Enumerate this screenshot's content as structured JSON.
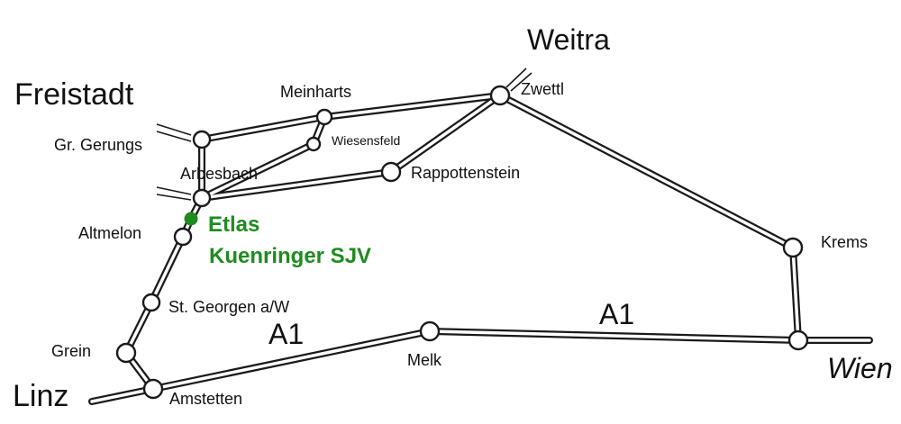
{
  "places": {
    "weitra": "Weitra",
    "freistadt": "Freistadt",
    "meinharts": "Meinharts",
    "zwettl": "Zwettl",
    "gr_gerungs": "Gr. Gerungs",
    "wiesensfeld": "Wiesensfeld",
    "arbesbach": "Arbesbach",
    "rappottenstein": "Rappottenstein",
    "altmelon": "Altmelon",
    "krems": "Krems",
    "st_georgen": "St. Georgen a/W",
    "grein": "Grein",
    "linz": "Linz",
    "amstetten": "Amstetten",
    "melk": "Melk",
    "wien": "Wien"
  },
  "highlight": {
    "title": "Etlas",
    "subtitle": "Kuenringer SJV",
    "color": "#1e8c1e"
  },
  "roads": {
    "a1_west": "A1",
    "a1_east": "A1"
  }
}
